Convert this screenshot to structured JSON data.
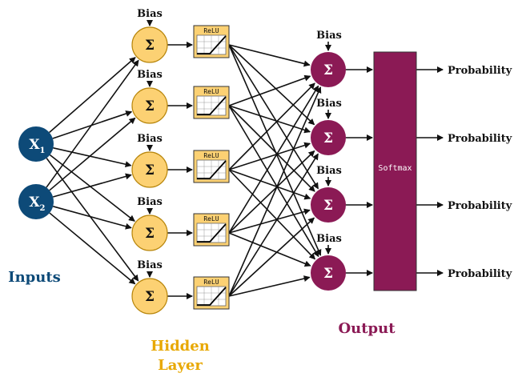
{
  "colors": {
    "input_fill": "#0d4a78",
    "hidden_fill": "#fcd173",
    "hidden_stroke": "#b8860b",
    "output_fill": "#8b1a55",
    "relu_fill": "#fcd173",
    "softmax_fill": "#8b1a55",
    "hidden_label": "#e8a800",
    "input_label": "#0d4a78",
    "output_label": "#8b1a55",
    "edge": "#111111"
  },
  "inputs": {
    "label": "Inputs",
    "nodes": [
      {
        "symbol": "X",
        "subscript": "1"
      },
      {
        "symbol": "X",
        "subscript": "2"
      }
    ]
  },
  "hidden": {
    "label_line1": "Hidden",
    "label_line2": "Layer",
    "neuron_symbol": "Σ",
    "bias_label": "Bias",
    "activation_label": "ReLU",
    "count": 5
  },
  "output": {
    "label": "Output",
    "neuron_symbol": "Σ",
    "bias_label": "Bias",
    "count": 4,
    "softmax_label": "Softmax",
    "probability_label": "Probability"
  }
}
